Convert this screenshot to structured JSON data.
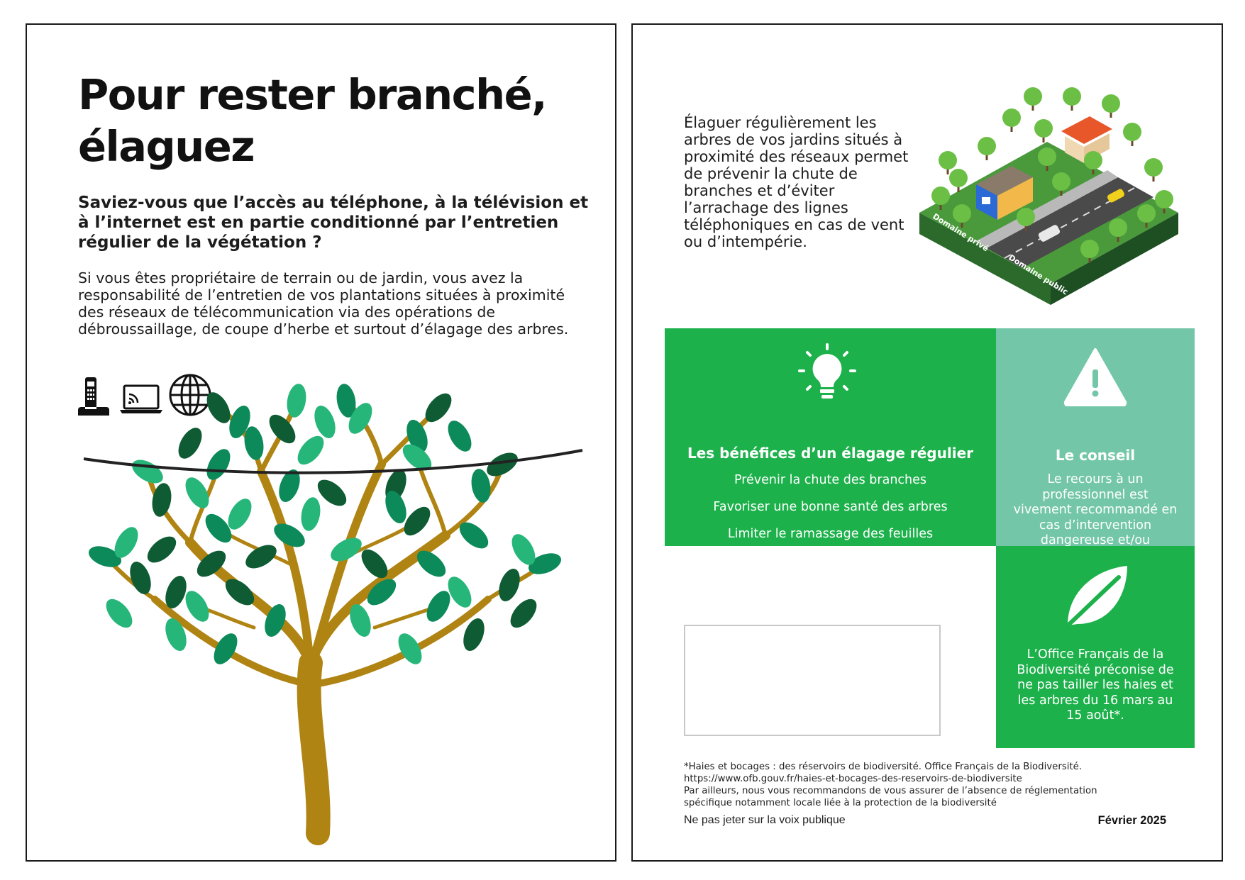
{
  "left_page": {
    "title": "Pour rester branché, élaguez",
    "subtitle": "Saviez-vous que l’accès au téléphone, à la télévision et à l’internet est en partie conditionné par l’entretien régulier de la végétation ?",
    "intro": "Si vous êtes propriétaire de terrain ou de jardin, vous avez la responsabilité de l’entretien de vos plantations situées à proximité des réseaux de télécommunication via des opérations de débroussaillage, de coupe d’herbe et surtout d’élagage des arbres.",
    "icons": [
      "cordless-phone-icon",
      "laptop-wifi-icon",
      "globe-icon"
    ]
  },
  "right_page": {
    "intro": "Élaguer régulièrement les arbres de vos jardins situés à proximité des réseaux permet de prévenir la chute de branches et d’éviter l’arrachage des lignes téléphoniques en cas de vent ou d’intempérie.",
    "illustration_labels": {
      "private": "Domaine privé",
      "public": "Domaine public"
    },
    "benefits": {
      "title": "Les bénéfices d’un élagage régulier",
      "items": [
        "Prévenir la chute des branches",
        "Favoriser une bonne santé des arbres",
        "Limiter le ramassage des feuilles"
      ]
    },
    "advice": {
      "title": "Le conseil",
      "text": "Le recours à un professionnel est vivement recommandé en cas d’intervention dangereuse et/ou complexe"
    },
    "ofb": {
      "text": "L’Office Français de la Biodiversité préconise de ne pas tailler les haies et les arbres du 16 mars au 15 août*."
    },
    "footnote_lines": [
      "*Haies et bocages : des réservoirs de biodiversité. Office Français de la Biodiversité.",
      "https://www.ofb.gouv.fr/haies-et-bocages-des-reservoirs-de-biodiversite",
      "Par ailleurs, nous vous recommandons de vous assurer de l’absence de réglementation",
      "spécifique notamment locale liée à la protection de la biodiversité"
    ],
    "footer_left": "Ne pas jeter sur la voix publique",
    "footer_right": "Février 2025"
  },
  "colors": {
    "green": "#1db14b",
    "teal": "#73c7a8",
    "trunk": "#b08412",
    "leaf_dark": "#0f5b34",
    "leaf_mid": "#0c8a5a",
    "leaf_light": "#27b67a"
  }
}
